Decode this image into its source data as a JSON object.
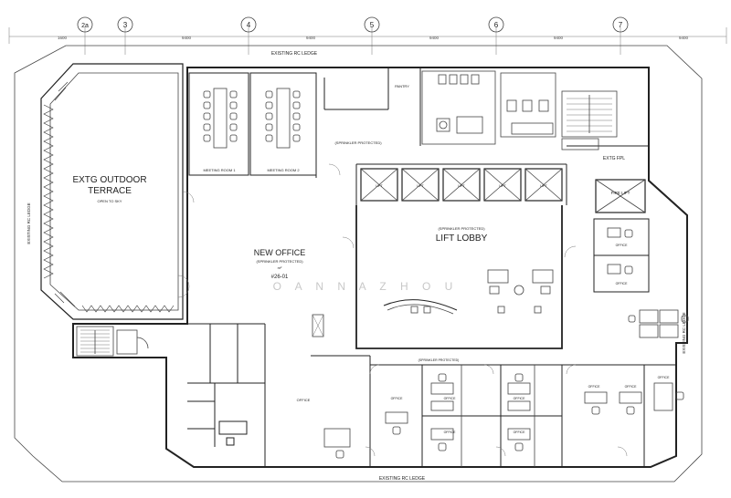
{
  "grid": {
    "markers": [
      "2a",
      "3",
      "4",
      "5",
      "6",
      "7"
    ],
    "dimensions": [
      "1600",
      "9400",
      "9400",
      "9400",
      "9400",
      "9400",
      "9400"
    ]
  },
  "labels": {
    "top_ledge": "EXISTING RC LEDGE",
    "bottom_ledge": "EXISTING RC LEDGE",
    "left_ledge": "EXISTING RC LEDGE",
    "right_ledge": "EXISTING RC LEDGE",
    "terrace_line1": "EXTG OUTDOOR",
    "terrace_line2": "TERRACE",
    "terrace_note": "OPEN TO SKY",
    "office_title": "NEW OFFICE",
    "office_note": "(SPRINKLER PROTECTED)",
    "office_area": "m²",
    "office_unit": "#26-01",
    "lift_lobby": "LIFT LOBBY",
    "lift_lobby_note": "(SPRINKLER PROTECTED)",
    "sprinkler_top": "(SPRINKLER PROTECTED)",
    "sprinkler_bottom": "(SPRINKLER PROTECTED)",
    "meeting_room_1": "MEETING ROOM 1",
    "meeting_room_2": "MEETING ROOM 2",
    "pantry": "PANTRY",
    "office_generic": "OFFICE",
    "exts_fpl": "EXTG FPL",
    "fire_lift": "FIRE LIFT",
    "lift": "LIFT",
    "watermark": "O A N N A   Z H O U"
  }
}
